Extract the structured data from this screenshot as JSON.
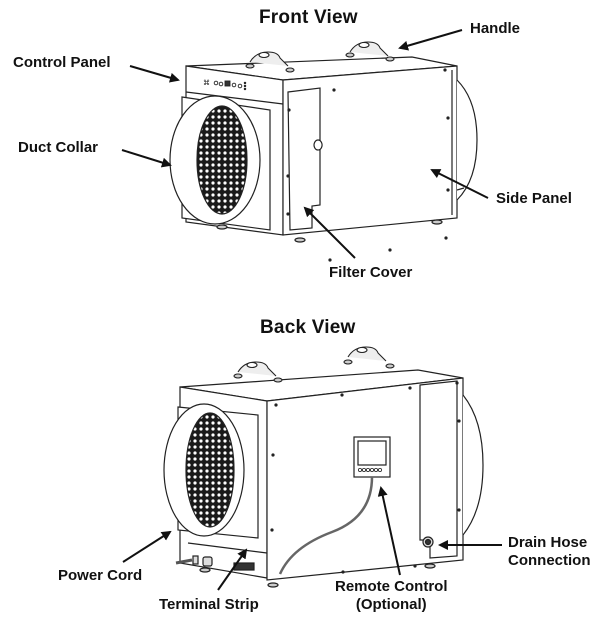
{
  "figure": {
    "front_view": {
      "title": "Front View",
      "labels": {
        "control_panel": "Control Panel",
        "handle": "Handle",
        "duct_collar": "Duct Collar",
        "side_panel": "Side Panel",
        "filter_cover": "Filter Cover"
      }
    },
    "back_view": {
      "title": "Back View",
      "labels": {
        "drain_hose_line1": "Drain Hose",
        "drain_hose_line2": "Connection",
        "power_cord": "Power Cord",
        "terminal_strip": "Terminal Strip",
        "remote_control_line1": "Remote Control",
        "remote_control_line2": "(Optional)"
      }
    }
  }
}
